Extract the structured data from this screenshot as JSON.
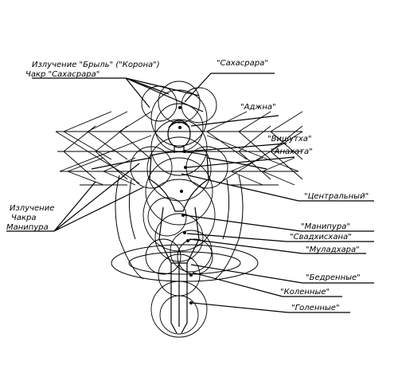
{
  "figure": {
    "left_labels": {
      "crown_line1": "Излучение \"Брыль\" (\"Корона\")",
      "crown_line2": "Чакр \"Сахасрара\"",
      "manipura_line1": "Излучение",
      "manipura_line2": "Чакра",
      "manipura_line3": "Манипура"
    },
    "right_labels": [
      "\"Сахасрара\"",
      "\"Аджна\"",
      "\"Вишутха\"",
      "\"Анахата\"",
      "\"Центральный\"",
      "\"Манипура\"",
      "\"Свадхисхана\"",
      "\"Муладхара\"",
      "\"Бедренные\"",
      "\"Коленные\"",
      "\"Голенные\""
    ]
  }
}
